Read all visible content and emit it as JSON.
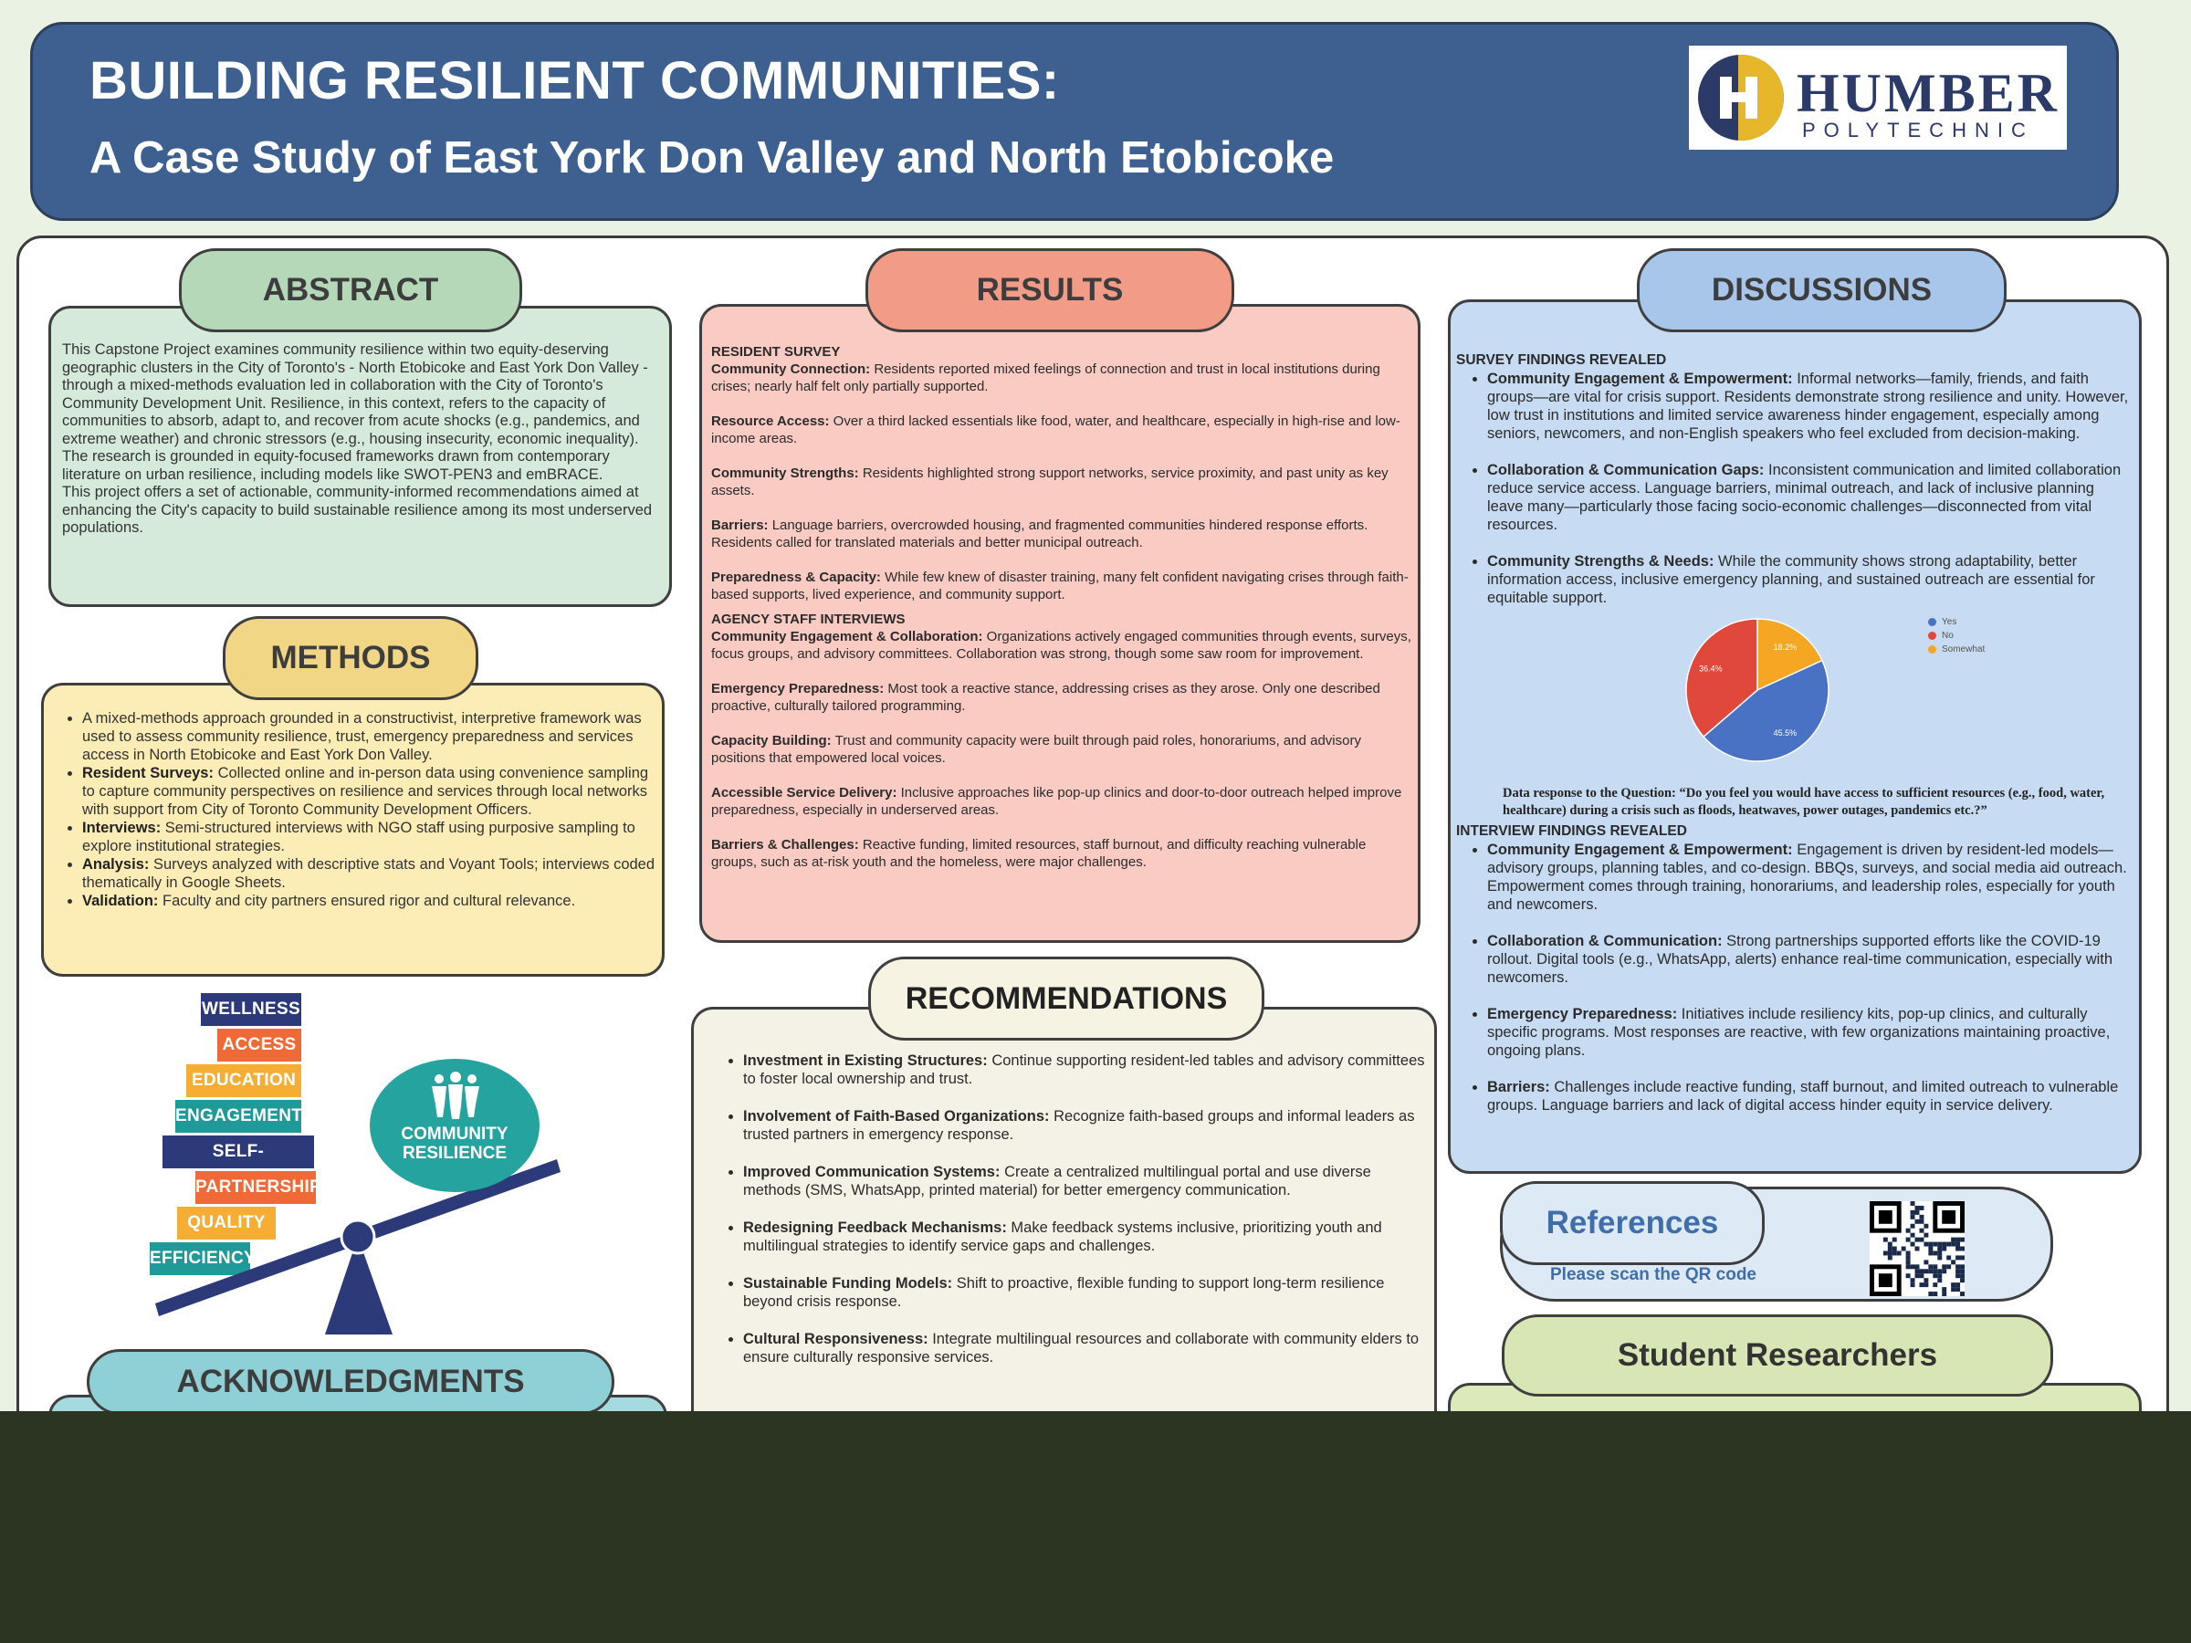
{
  "header": {
    "title_line1": "BUILDING RESILIENT COMMUNITIES:",
    "title_line2": "A Case Study of East York Don Valley and North Etobicoke",
    "logo_name": "HUMBER",
    "logo_sub": "POLYTECHNIC",
    "colors": {
      "banner": "#3e6090",
      "logo_navy": "#2c3a67",
      "logo_gold": "#e6b72a"
    }
  },
  "abstract": {
    "title": "ABSTRACT",
    "text": "This Capstone Project examines community resilience within two equity-deserving geographic clusters in the City of Toronto's - North Etobicoke and East York Don Valley - through a mixed-methods evaluation led in collaboration with the City of Toronto's Community Development Unit. Resilience, in this context, refers to the capacity of communities to absorb, adapt to, and recover from acute shocks (e.g., pandemics, and extreme weather) and chronic stressors (e.g., housing insecurity, economic inequality). The research is grounded in equity-focused frameworks drawn from contemporary literature on urban resilience, including models like SWOT-PEN3 and emBRACE.",
    "text2": "This project offers a set of actionable, community-informed recommendations aimed at enhancing the City's capacity to build sustainable resilience among its most underserved populations."
  },
  "methods": {
    "title": "METHODS",
    "items": [
      {
        "label": "",
        "text": "A mixed-methods approach grounded in a constructivist, interpretive framework was used to assess community resilience, trust, emergency preparedness and services access  in North Etobicoke and East York Don Valley."
      },
      {
        "label": "Resident Surveys:",
        "text": " Collected online and in-person data using convenience sampling to capture community perspectives on resilience and services through local networks with support from City of Toronto Community Development Officers."
      },
      {
        "label": "Interviews:",
        "text": " Semi-structured interviews with NGO staff using purposive sampling to explore institutional strategies."
      },
      {
        "label": "Analysis:",
        "text": " Surveys analyzed with descriptive stats and Voyant Tools; interviews coded thematically in Google Sheets."
      },
      {
        "label": "Validation:",
        "text": " Faculty and city partners ensured rigor and cultural relevance."
      }
    ]
  },
  "illustration": {
    "tags": [
      "WELLNESS",
      "ACCESS",
      "EDUCATION",
      "ENGAGEMENT",
      "SELF-SUFFICIENCY",
      "PARTNERSHIP",
      "QUALITY",
      "EFFICIENCY"
    ],
    "badge_line1": "COMMUNITY",
    "badge_line2": "RESILIENCE"
  },
  "results": {
    "title": "RESULTS",
    "survey_heading": "RESIDENT SURVEY",
    "survey": [
      {
        "label": "Community Connection:",
        "text": " Residents reported mixed feelings of connection and trust in local institutions during crises; nearly half felt only partially supported."
      },
      {
        "label": "Resource Access:",
        "text": " Over a third lacked essentials like food, water, and healthcare, especially in high-rise and low-income areas."
      },
      {
        "label": "Community Strengths:",
        "text": " Residents highlighted strong support networks, service proximity, and past unity as key assets."
      },
      {
        "label": "Barriers:",
        "text": " Language barriers, overcrowded housing, and fragmented communities hindered response efforts. Residents called for translated materials and better municipal outreach."
      },
      {
        "label": "Preparedness & Capacity:",
        "text": " While few knew of disaster training, many felt confident navigating crises through faith-based supports, lived experience, and community support."
      }
    ],
    "staff_heading": "AGENCY STAFF INTERVIEWS",
    "staff": [
      {
        "label": "Community Engagement & Collaboration:",
        "text": " Organizations actively engaged communities through events, surveys, focus groups, and advisory committees. Collaboration was strong, though some saw room for improvement."
      },
      {
        "label": "Emergency Preparedness:",
        "text": " Most took a reactive stance, addressing crises as they arose. Only one described proactive, culturally tailored programming."
      },
      {
        "label": "Capacity Building:",
        "text": " Trust and community capacity were built through paid roles, honorariums, and advisory positions that empowered local voices."
      },
      {
        "label": "Accessible Service Delivery:",
        "text": " Inclusive approaches like pop-up clinics and door-to-door outreach helped improve preparedness, especially in underserved areas."
      },
      {
        "label": "Barriers & Challenges:",
        "text": " Reactive funding, limited resources, staff burnout, and difficulty reaching vulnerable groups, such as at-risk youth and the homeless, were major challenges."
      }
    ]
  },
  "recommendations": {
    "title": "RECOMMENDATIONS",
    "items": [
      {
        "label": "Investment in Existing Structures:",
        "text": " Continue supporting resident-led tables and advisory committees to foster local ownership and trust."
      },
      {
        "label": "Involvement of Faith-Based Organizations:",
        "text": " Recognize faith-based groups and informal leaders as trusted partners in emergency response."
      },
      {
        "label": "Improved Communication Systems:",
        "text": " Create a centralized multilingual portal and use diverse methods (SMS, WhatsApp, printed material) for better emergency communication."
      },
      {
        "label": "Redesigning Feedback Mechanisms:",
        "text": " Make feedback systems inclusive, prioritizing youth and multilingual strategies to identify service gaps and challenges."
      },
      {
        "label": "Sustainable Funding Models:",
        "text": " Shift to proactive, flexible funding to support long-term resilience beyond crisis response."
      },
      {
        "label": "Cultural Responsiveness:",
        "text": " Integrate multilingual resources and collaborate with community elders to ensure culturally responsive services."
      }
    ]
  },
  "discussions": {
    "title": "DISCUSSIONS",
    "survey_heading": "SURVEY FINDINGS REVEALED",
    "survey": [
      {
        "label": "Community Engagement & Empowerment:",
        "text": " Informal networks—family, friends, and faith groups—are vital for crisis support. Residents demonstrate strong resilience and unity. However, low trust in institutions and limited service awareness hinder engagement, especially among seniors, newcomers, and non-English speakers who feel excluded from decision-making."
      },
      {
        "label": "Collaboration & Communication Gaps:",
        "text": " Inconsistent communication and limited collaboration reduce service access. Language barriers, minimal outreach, and lack of inclusive planning leave many—particularly those facing socio-economic challenges—disconnected from vital resources."
      },
      {
        "label": "Community Strengths & Needs:",
        "text": " While the community shows strong adaptability, better information access, inclusive emergency planning, and sustained outreach are essential for equitable support."
      }
    ],
    "chart_caption": "Data response to the  Question: “Do you feel you would have access to sufficient resources (e.g., food, water, healthcare) during a crisis such as floods, heatwaves, power outages, pandemics etc.?”",
    "interview_heading": "INTERVIEW FINDINGS REVEALED",
    "interview": [
      {
        "label": "Community Engagement & Empowerment:",
        "text": " Engagement is driven by resident-led models—advisory groups, planning tables, and co-design. BBQs, surveys, and social media aid outreach. Empowerment comes through training, honorariums, and leadership roles, especially for youth and newcomers."
      },
      {
        "label": "Collaboration & Communication:",
        "text": " Strong partnerships supported efforts like the COVID-19 rollout. Digital tools (e.g., WhatsApp, alerts) enhance real-time communication, especially with newcomers."
      },
      {
        "label": "Emergency Preparedness:",
        "text": " Initiatives include resiliency kits, pop-up clinics, and culturally specific programs. Most responses are reactive, with few organizations maintaining proactive, ongoing plans."
      },
      {
        "label": "Barriers:",
        "text": " Challenges include reactive funding, staff burnout, and limited outreach to vulnerable groups. Language barriers and lack of digital access hinder equity in service delivery."
      }
    ]
  },
  "chart_data": {
    "type": "pie",
    "labels": [
      "Yes",
      "No",
      "Somewhat"
    ],
    "values": [
      45.5,
      36.4,
      18.2
    ],
    "value_labels": [
      "45.5%",
      "36.4%",
      "18.2%"
    ],
    "colors": [
      "#4a72c4",
      "#e0483c",
      "#f5a623"
    ],
    "legend_position": "right"
  },
  "references": {
    "title": "References",
    "subtitle": "Please scan the QR code"
  },
  "students": {
    "title": "Student Researchers"
  },
  "acknowledgments": {
    "title": "ACKNOWLEDGMENTS"
  }
}
